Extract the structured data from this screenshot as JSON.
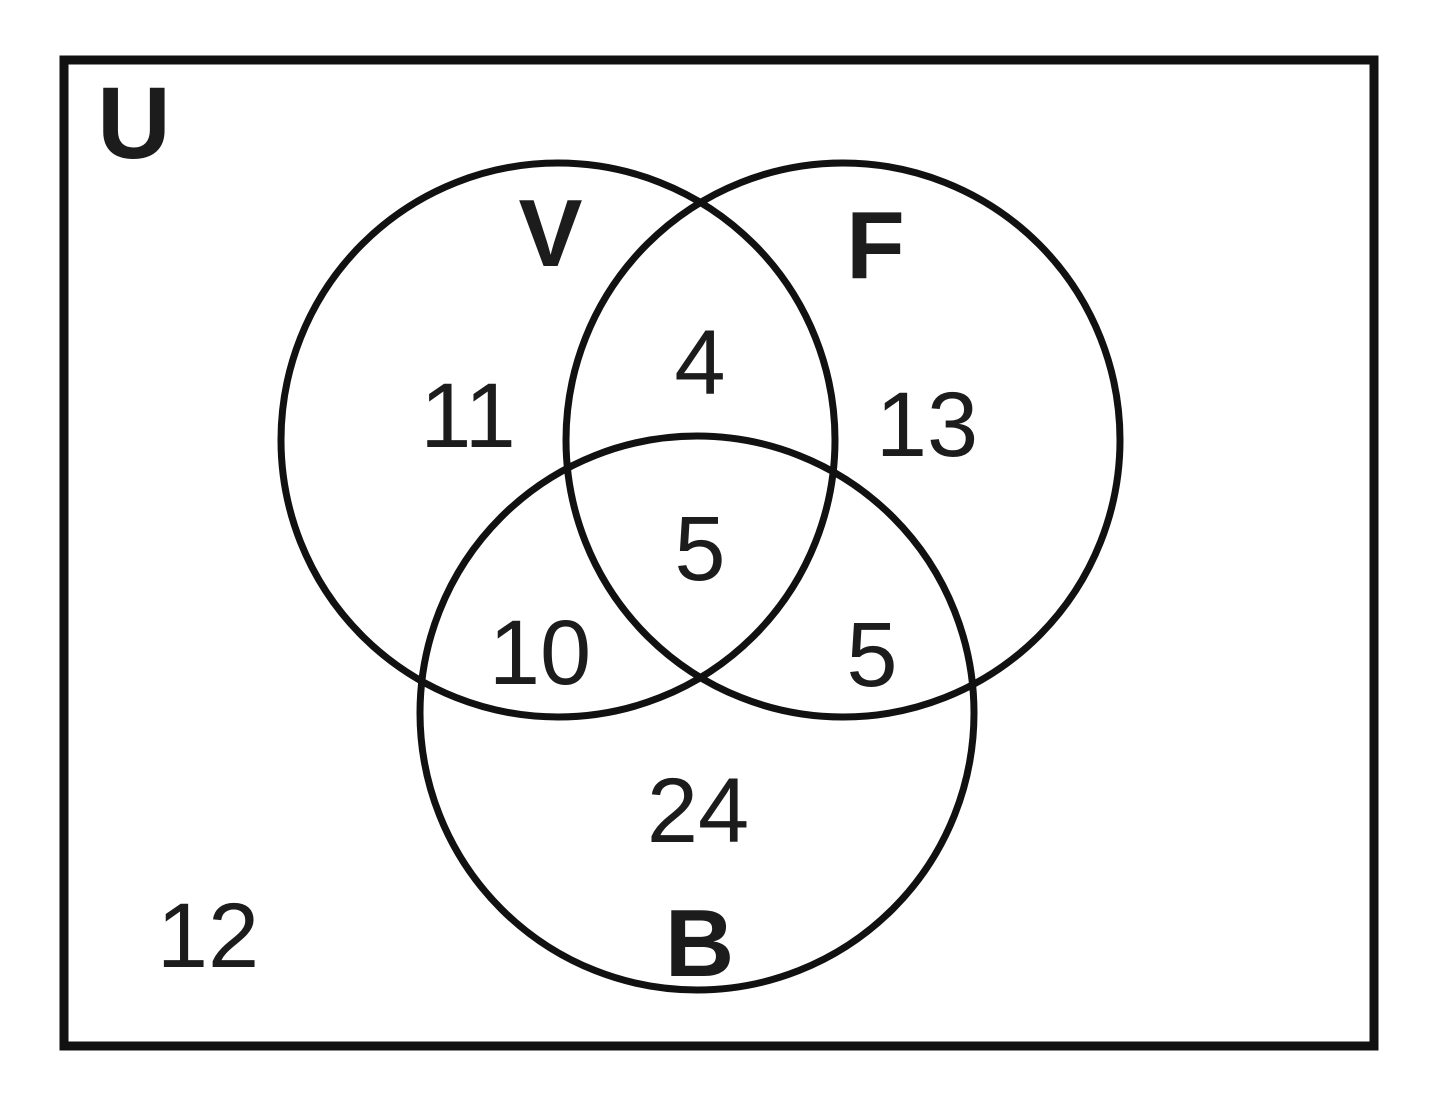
{
  "diagram": {
    "type": "venn",
    "universe": {
      "label": "U",
      "outside_value": "12"
    },
    "sets": {
      "v": {
        "label": "V",
        "only_value": "11"
      },
      "f": {
        "label": "F",
        "only_value": "13"
      },
      "b": {
        "label": "B",
        "only_value": "24"
      }
    },
    "overlaps": {
      "v_and_f": "4",
      "v_and_b": "10",
      "f_and_b": "5",
      "v_and_f_and_b": "5"
    },
    "colors": {
      "stroke": "#111111",
      "background": "#ffffff",
      "text": "#1c1c1c"
    }
  }
}
